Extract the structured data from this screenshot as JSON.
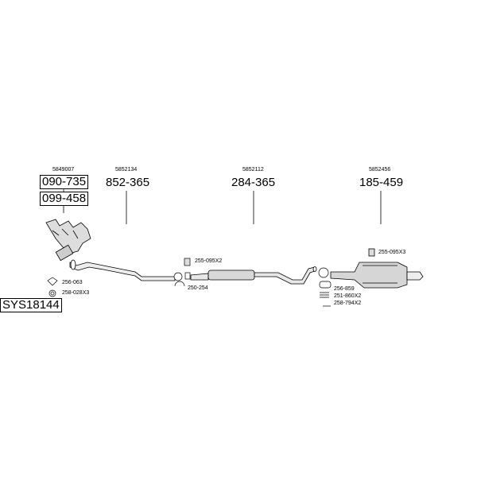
{
  "system_code": "SYS18144",
  "groups": [
    {
      "ref": "5849007",
      "parts": [
        "090-735",
        "099-458"
      ]
    },
    {
      "ref": "5852134",
      "part": "852-365"
    },
    {
      "ref": "5852112",
      "part": "284-365"
    },
    {
      "ref": "5852456",
      "part": "185-459"
    }
  ],
  "small_parts": {
    "gasket_front": "256-063",
    "nut_front": "258-028X3",
    "clamp_mid": "255-095X2",
    "clamp_ring_mid": "250-254",
    "clamp_rear": "255-095X3",
    "gasket_rear": "256-859",
    "spring_rear": "251-860X2",
    "bolt_rear": "258-794X2"
  }
}
